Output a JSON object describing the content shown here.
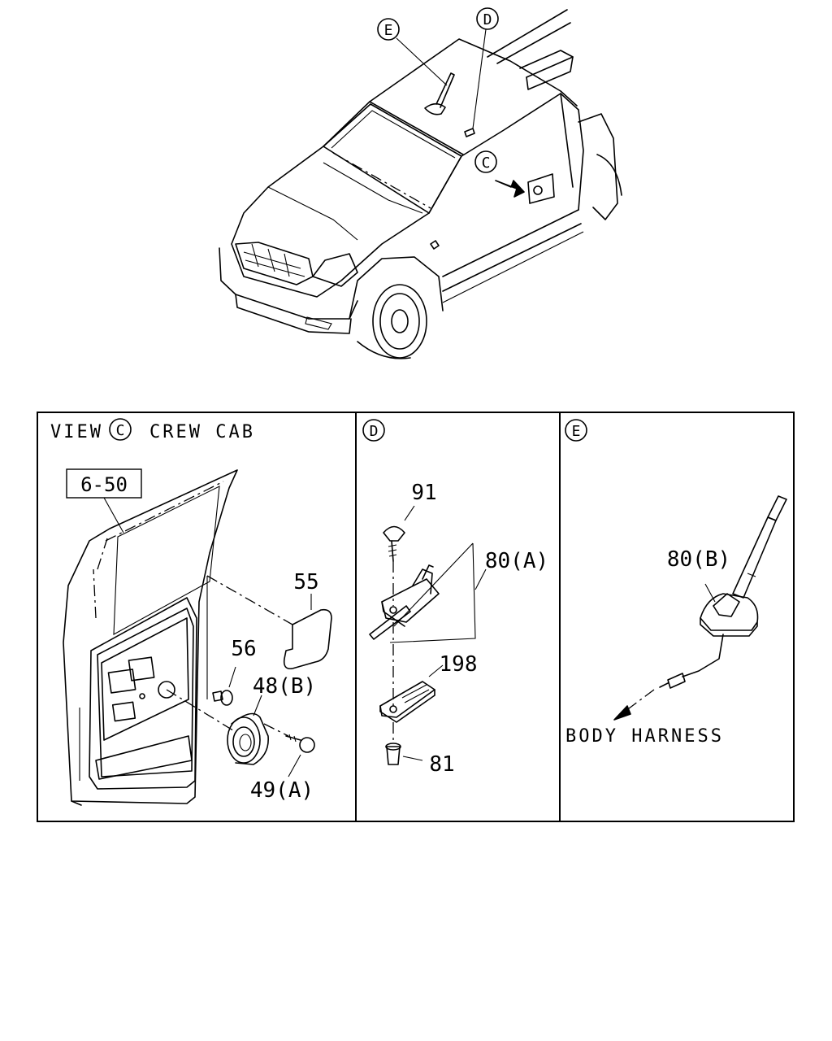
{
  "callouts": {
    "top_E": "E",
    "top_D": "D",
    "top_C": "C"
  },
  "panel_c": {
    "view_prefix": "VIEW",
    "view_circle": "C",
    "view_suffix": "CREW CAB",
    "ref_box": "6-50",
    "parts": {
      "p55": "55",
      "p56": "56",
      "p48b": "48(B)",
      "p49a": "49(A)"
    }
  },
  "panel_d": {
    "circle": "D",
    "parts": {
      "p91": "91",
      "p80a": "80(A)",
      "p198": "198",
      "p81": "81"
    }
  },
  "panel_e": {
    "circle": "E",
    "parts": {
      "p80b": "80(B)",
      "harness": "BODY HARNESS"
    }
  }
}
